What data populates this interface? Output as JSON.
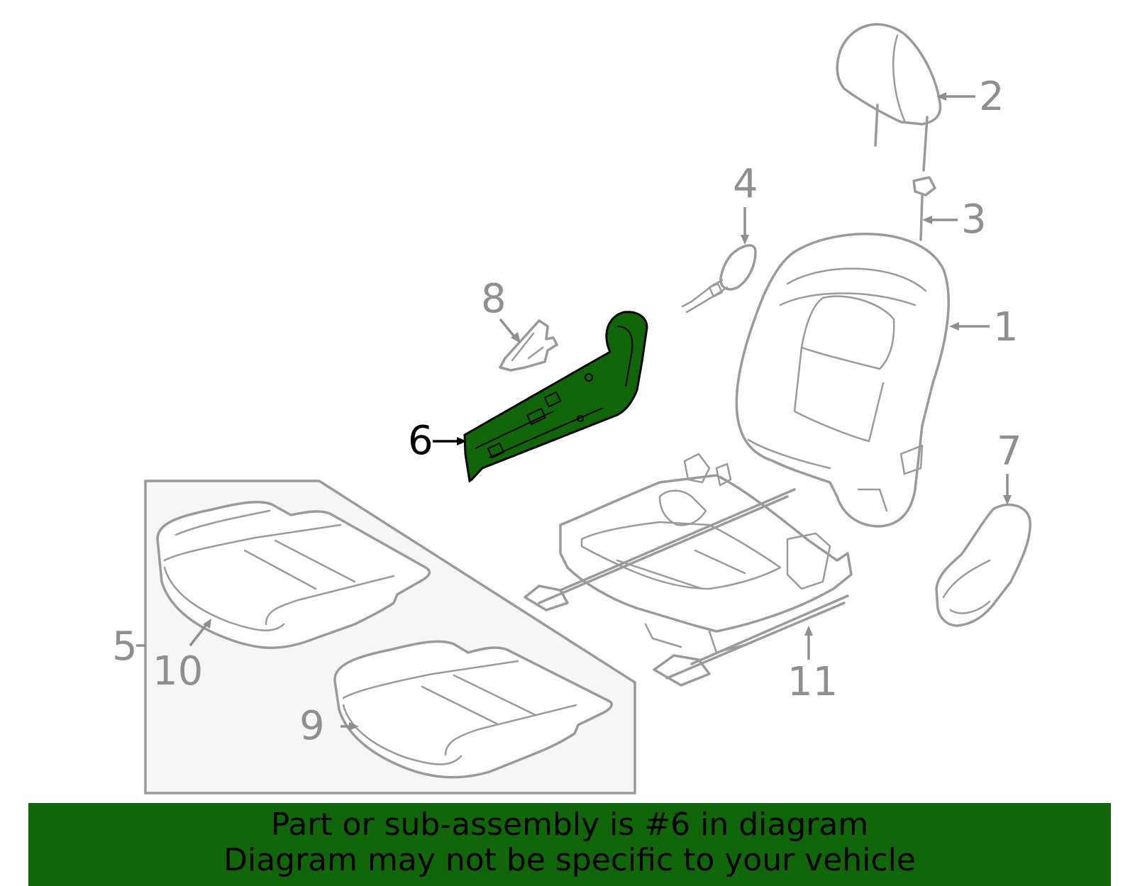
{
  "callouts": {
    "c1": "1",
    "c2": "2",
    "c3": "3",
    "c4": "4",
    "c5": "5",
    "c6": "6",
    "c7": "7",
    "c8": "8",
    "c9": "9",
    "c10": "10",
    "c11": "11"
  },
  "highlight": {
    "part": "6",
    "color": "#12660a"
  },
  "banner": {
    "line1": "Part or sub-assembly is #6 in diagram",
    "line2": "Diagram may not be specific to your vehicle"
  }
}
